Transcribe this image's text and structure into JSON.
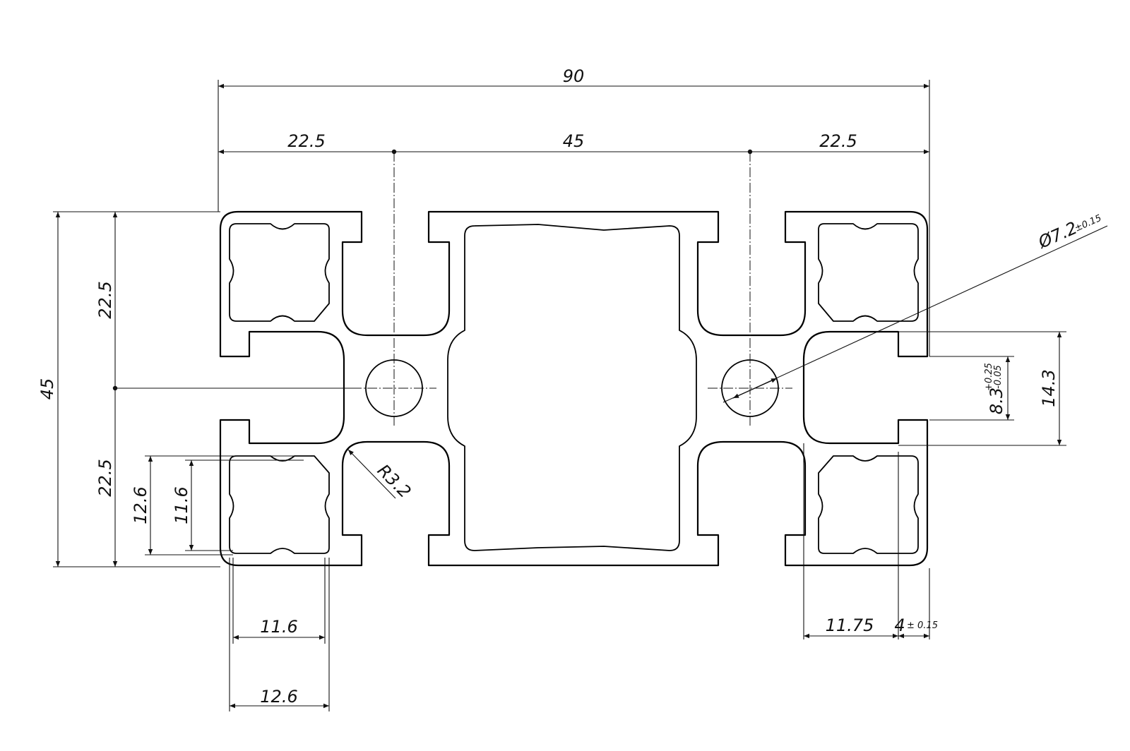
{
  "drawing": {
    "dims": {
      "overall_width": "90",
      "left_half": "22.5",
      "center_span": "45",
      "right_half": "22.5",
      "overall_height": "45",
      "upper_half": "22.5",
      "lower_half": "22.5",
      "slot_outer_v": "12.6",
      "slot_inner_v": "11.6",
      "slot_inner_h": "11.6",
      "slot_outer_h": "12.6",
      "slot_opening": "11.75",
      "wall": "4",
      "wall_tol": "± 0.15",
      "hole_dia": "Ø7.2",
      "hole_tol": "±0.15",
      "slot_width": "14.3",
      "slot_neck": "8.3",
      "slot_neck_tol_upper": "+0.25",
      "slot_neck_tol_lower": "-0.05",
      "fillet": "R3.2"
    }
  }
}
